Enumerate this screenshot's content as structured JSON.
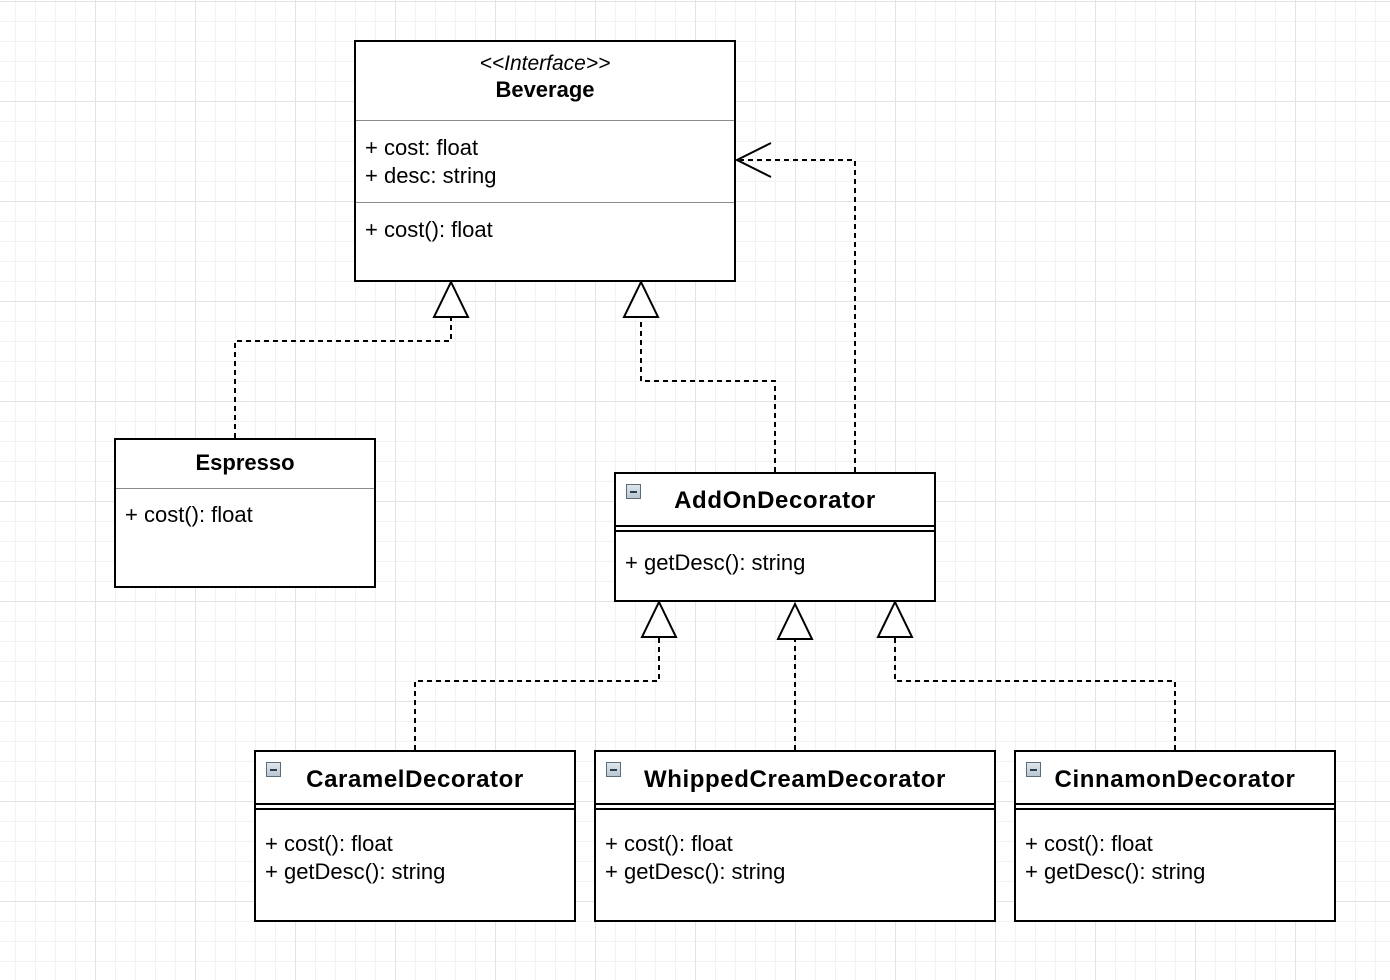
{
  "beverage": {
    "stereotype": "<<Interface>>",
    "name": "Beverage",
    "attributes": [
      "+ cost: float",
      "+ desc: string"
    ],
    "methods": [
      "+ cost(): float"
    ]
  },
  "espresso": {
    "name": "Espresso",
    "methods": [
      "+ cost(): float"
    ]
  },
  "addon": {
    "name": "AddOnDecorator",
    "methods": [
      "+ getDesc(): string"
    ]
  },
  "caramel": {
    "name": "CaramelDecorator",
    "methods": [
      "+ cost(): float",
      "+ getDesc(): string"
    ]
  },
  "whipped": {
    "name": "WhippedCreamDecorator",
    "methods": [
      "+ cost(): float",
      "+ getDesc(): string"
    ]
  },
  "cinnamon": {
    "name": "CinnamonDecorator",
    "methods": [
      "+ cost(): float",
      "+ getDesc(): string"
    ]
  }
}
